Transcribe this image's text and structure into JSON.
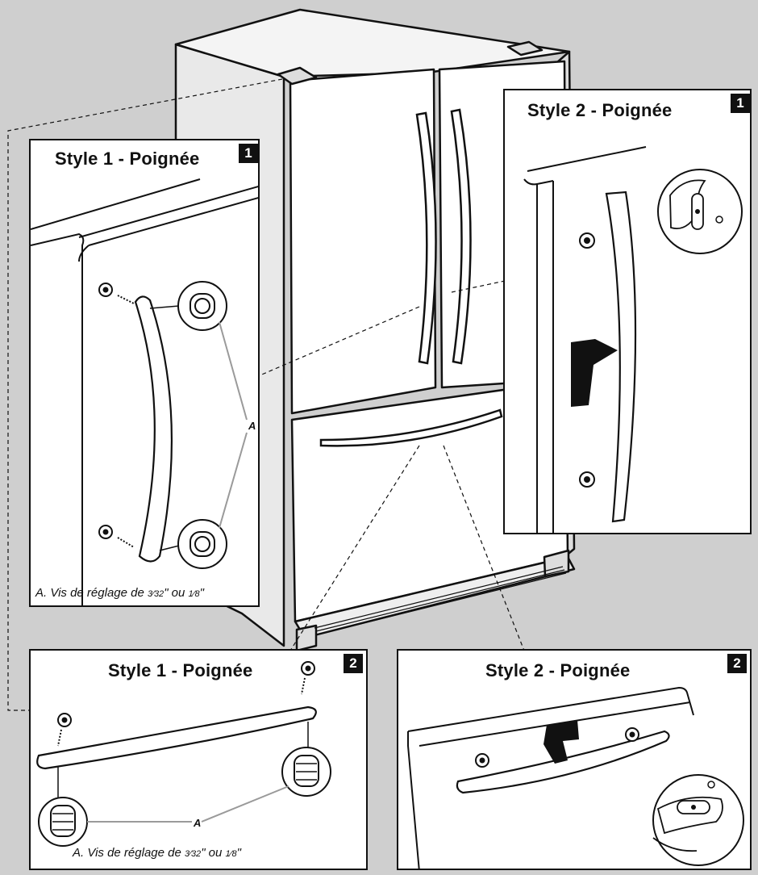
{
  "colors": {
    "background": "#cfcfcf",
    "panel": "#ffffff",
    "line": "#111111",
    "leader": "#9a9a9a"
  },
  "panels": {
    "top_left": {
      "title": "Style 1 - Poignée",
      "step": "1",
      "label": "A",
      "caption_prefix": "A. Vis de réglage de ",
      "caption_frac1": "3⁄32",
      "caption_mid": "\" ou ",
      "caption_frac2": "1⁄8",
      "caption_suffix": "\""
    },
    "top_right": {
      "title": "Style 2 - Poignée",
      "step": "1"
    },
    "bottom_left": {
      "title": "Style 1 - Poignée",
      "step": "2",
      "label": "A",
      "caption_prefix": "A. Vis de réglage de ",
      "caption_frac1": "3⁄32",
      "caption_mid": "\" ou ",
      "caption_frac2": "1⁄8",
      "caption_suffix": "\""
    },
    "bottom_right": {
      "title": "Style 2 - Poignée",
      "step": "2"
    }
  },
  "icons": [
    "refrigerator-illustration",
    "door-handle-icon",
    "screw-icon",
    "adjustment-screw-icon",
    "hand-icon"
  ]
}
